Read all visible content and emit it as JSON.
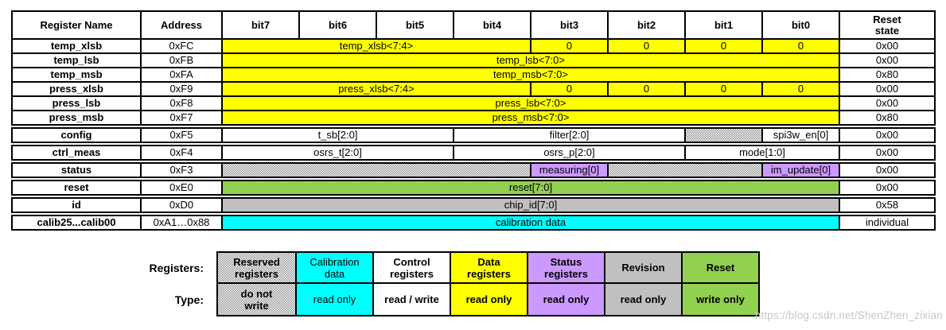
{
  "colors": {
    "yellow": "#FFFF00",
    "cyan": "#00FFFF",
    "purple": "#CC99FF",
    "green": "#92D050",
    "gray": "#C0C0C0",
    "border": "#000000",
    "watermark": "#C7C7C7"
  },
  "register_table": {
    "headers": [
      "Register Name",
      "Address",
      "bit7",
      "bit6",
      "bit5",
      "bit4",
      "bit3",
      "bit2",
      "bit1",
      "bit0",
      "Reset\nstate"
    ],
    "rows": [
      {
        "name": "temp_xlsb",
        "address": "0xFC",
        "reset_state": "0x00",
        "gap": false,
        "fields": [
          {
            "label": "temp_xlsb<7:4>",
            "bits": 4,
            "style": "yellow"
          },
          {
            "label": "0",
            "bits": 1,
            "style": "yellow"
          },
          {
            "label": "0",
            "bits": 1,
            "style": "yellow"
          },
          {
            "label": "0",
            "bits": 1,
            "style": "yellow"
          },
          {
            "label": "0",
            "bits": 1,
            "style": "yellow"
          }
        ]
      },
      {
        "name": "temp_lsb",
        "address": "0xFB",
        "reset_state": "0x00",
        "gap": false,
        "fields": [
          {
            "label": "temp_lsb<7:0>",
            "bits": 8,
            "style": "yellow"
          }
        ]
      },
      {
        "name": "temp_msb",
        "address": "0xFA",
        "reset_state": "0x80",
        "gap": false,
        "fields": [
          {
            "label": "temp_msb<7:0>",
            "bits": 8,
            "style": "yellow"
          }
        ]
      },
      {
        "name": "press_xlsb",
        "address": "0xF9",
        "reset_state": "0x00",
        "gap": false,
        "fields": [
          {
            "label": "press_xlsb<7:4>",
            "bits": 4,
            "style": "yellow"
          },
          {
            "label": "0",
            "bits": 1,
            "style": "yellow"
          },
          {
            "label": "0",
            "bits": 1,
            "style": "yellow"
          },
          {
            "label": "0",
            "bits": 1,
            "style": "yellow"
          },
          {
            "label": "0",
            "bits": 1,
            "style": "yellow"
          }
        ]
      },
      {
        "name": "press_lsb",
        "address": "0xF8",
        "reset_state": "0x00",
        "gap": false,
        "fields": [
          {
            "label": "press_lsb<7:0>",
            "bits": 8,
            "style": "yellow"
          }
        ]
      },
      {
        "name": "press_msb",
        "address": "0xF7",
        "reset_state": "0x80",
        "gap": false,
        "fields": [
          {
            "label": "press_msb<7:0>",
            "bits": 8,
            "style": "yellow"
          }
        ]
      },
      {
        "name": "config",
        "address": "0xF5",
        "reset_state": "0x00",
        "gap": true,
        "fields": [
          {
            "label": "t_sb[2:0]",
            "bits": 3,
            "style": "white"
          },
          {
            "label": "filter[2:0]",
            "bits": 3,
            "style": "white"
          },
          {
            "label": "",
            "bits": 1,
            "style": "hatch"
          },
          {
            "label": "spi3w_en[0]",
            "bits": 1,
            "style": "white"
          }
        ]
      },
      {
        "name": "ctrl_meas",
        "address": "0xF4",
        "reset_state": "0x00",
        "gap": true,
        "fields": [
          {
            "label": "osrs_t[2:0]",
            "bits": 3,
            "style": "white"
          },
          {
            "label": "osrs_p[2:0]",
            "bits": 3,
            "style": "white"
          },
          {
            "label": "mode[1:0]",
            "bits": 2,
            "style": "white"
          }
        ]
      },
      {
        "name": "status",
        "address": "0xF3",
        "reset_state": "0x00",
        "gap": true,
        "fields": [
          {
            "label": "",
            "bits": 4,
            "style": "hatch"
          },
          {
            "label": "measuring[0]",
            "bits": 1,
            "style": "purple"
          },
          {
            "label": "",
            "bits": 2,
            "style": "hatch"
          },
          {
            "label": "im_update[0]",
            "bits": 1,
            "style": "purple"
          }
        ]
      },
      {
        "name": "reset",
        "address": "0xE0",
        "reset_state": "0x00",
        "gap": true,
        "fields": [
          {
            "label": "reset[7:0]",
            "bits": 8,
            "style": "green"
          }
        ]
      },
      {
        "name": "id",
        "address": "0xD0",
        "reset_state": "0x58",
        "gap": true,
        "fields": [
          {
            "label": "chip_id[7:0]",
            "bits": 8,
            "style": "gray"
          }
        ]
      },
      {
        "name": "calib25...calib00",
        "address": "0xA1…0x88",
        "reset_state": "individual",
        "gap": true,
        "fields": [
          {
            "label": "calibration data",
            "bits": 8,
            "style": "cyan"
          }
        ]
      }
    ]
  },
  "legend": {
    "registers_label": "Registers:",
    "type_label": "Type:",
    "columns": [
      {
        "register": "Reserved\nregisters",
        "type": "do not\nwrite",
        "style": "hatch",
        "bold_register": true,
        "bold_type": true
      },
      {
        "register": "Calibration\ndata",
        "type": "read only",
        "style": "cyan",
        "bold_register": false,
        "bold_type": false
      },
      {
        "register": "Control\nregisters",
        "type": "read / write",
        "style": "white",
        "bold_register": true,
        "bold_type": true
      },
      {
        "register": "Data\nregisters",
        "type": "read only",
        "style": "yellow",
        "bold_register": true,
        "bold_type": true
      },
      {
        "register": "Status\nregisters",
        "type": "read only",
        "style": "purple",
        "bold_register": true,
        "bold_type": true
      },
      {
        "register": "Revision",
        "type": "read only",
        "style": "gray",
        "bold_register": true,
        "bold_type": true
      },
      {
        "register": "Reset",
        "type": "write only",
        "style": "green",
        "bold_register": true,
        "bold_type": true
      }
    ]
  },
  "watermark": "https://blog.csdn.net/ShenZhen_zixian"
}
